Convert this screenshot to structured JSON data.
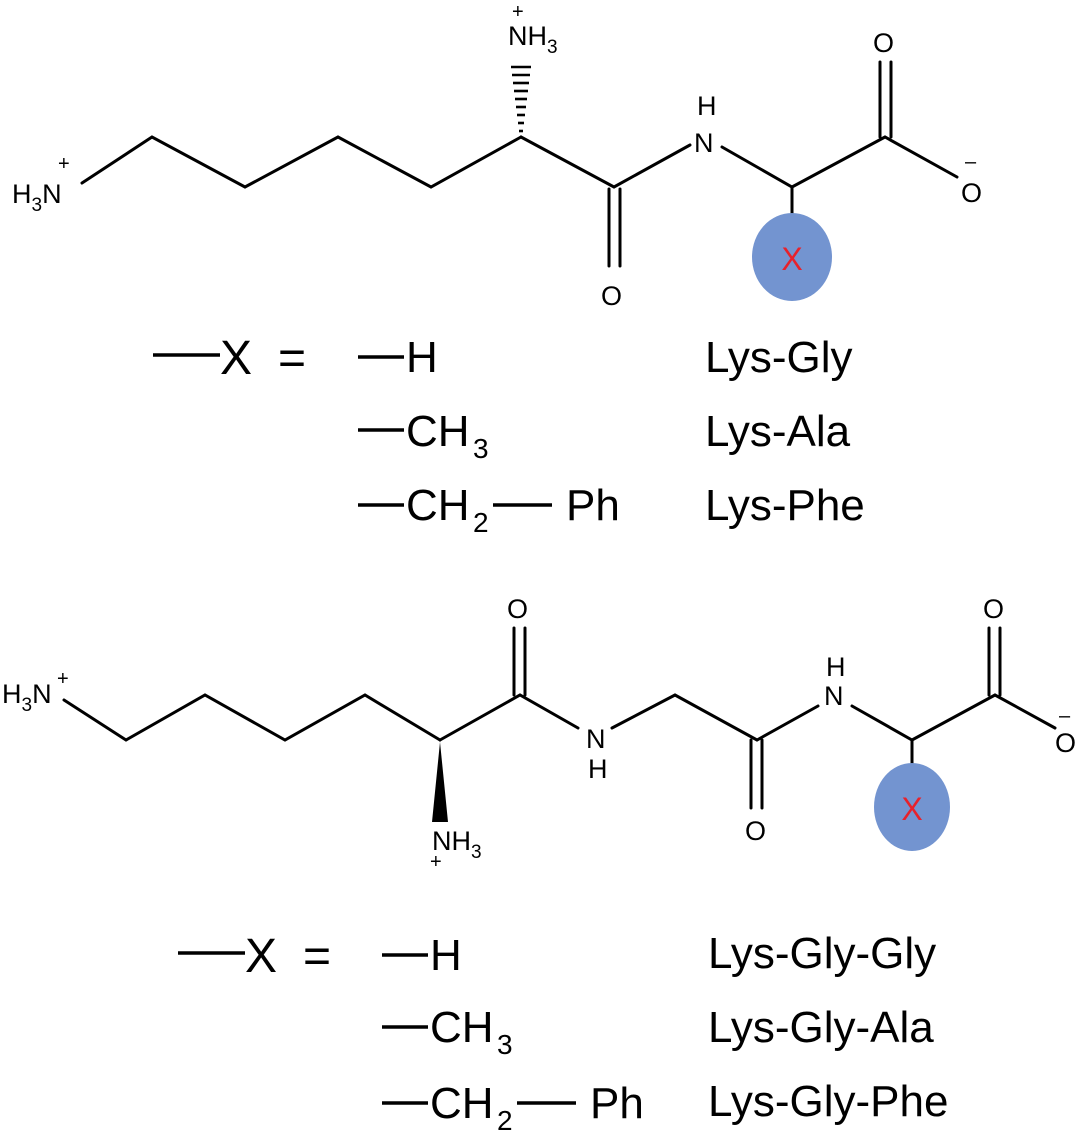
{
  "colors": {
    "substituent_circle": "#7394d0",
    "substituent_label": "#e8212a",
    "bonds": "#000000"
  },
  "atoms": {
    "O": "O",
    "N": "N",
    "H": "H",
    "H3N": "H3N",
    "NH3": "NH3",
    "sub3": "3",
    "plus": "+",
    "minus": "–",
    "X": "X"
  },
  "legend_head": {
    "x": "X",
    "eq": "="
  },
  "groups": {
    "h": "H",
    "ch3_base": "CH",
    "ch3_sub": "3",
    "ch2_base": "CH",
    "ch2_sub": "2",
    "ph": "Ph"
  },
  "dipeptides": [
    "Lys-Gly",
    "Lys-Ala",
    "Lys-Phe"
  ],
  "tripeptides": [
    "Lys-Gly-Gly",
    "Lys-Gly-Ala",
    "Lys-Gly-Phe"
  ]
}
